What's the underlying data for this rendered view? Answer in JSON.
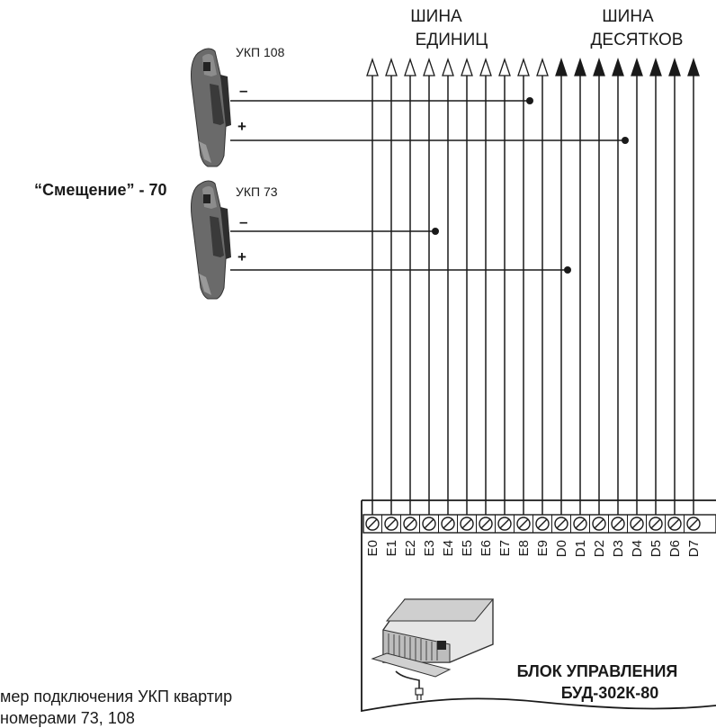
{
  "bus_units": {
    "line1": "ШИНА",
    "line2": "ЕДИНИЦ"
  },
  "bus_tens": {
    "line1": "ШИНА",
    "line2": "ДЕСЯТКОВ"
  },
  "handsets": [
    {
      "label": "УКП 108",
      "minus": "–",
      "plus": "+"
    },
    {
      "label": "УКП 73",
      "minus": "–",
      "plus": "+"
    }
  ],
  "offset_label": "“Смещение” - 70",
  "terminals": [
    "E0",
    "E1",
    "E2",
    "E3",
    "E4",
    "E5",
    "E6",
    "E7",
    "E8",
    "E9",
    "D0",
    "D1",
    "D2",
    "D3",
    "D4",
    "D5",
    "D6",
    "D7"
  ],
  "control_unit": {
    "line1": "БЛОК УПРАВЛЕНИЯ",
    "line2": "БУД-302К-80"
  },
  "caption": {
    "line1": "мер подключения УКП квартир",
    "line2": "номерами 73, 108"
  },
  "colors": {
    "line": "#1a1a1a",
    "device": "#555555",
    "background": "#ffffff"
  },
  "connections": [
    {
      "handset": "УКП 108",
      "minus": "E8",
      "plus": "D3"
    },
    {
      "handset": "УКП 73",
      "minus": "E3",
      "plus": "D0"
    }
  ]
}
